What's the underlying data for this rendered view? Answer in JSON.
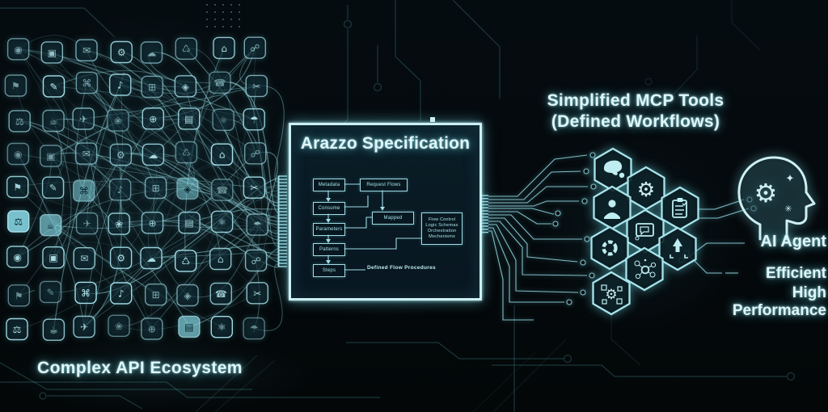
{
  "titles": {
    "left_caption": "Complex API Ecosystem",
    "center_box": "Arazzo Specification",
    "right_heading_line1": "Simplified MCP Tools",
    "right_heading_line2": "(Defined Workflows)",
    "agent_label": "AI Agent",
    "agent_note1": "Efficient",
    "agent_note2": "High Performance"
  },
  "flowchart": {
    "left_steps": [
      "Metadata",
      "Consume",
      "Parameters",
      "Patterns",
      "Steps"
    ],
    "top_right": "Request Flows",
    "middle": "Mapped",
    "right_block_lines": [
      "Flow Control",
      "Logic Schemas",
      "Orchestration",
      "Mechanisms"
    ],
    "bottom_note": "Defined Flow Procedures"
  },
  "hexagons": [
    {
      "icon": "chat-team-icon"
    },
    {
      "icon": "gear-icon"
    },
    {
      "icon": "user-icon"
    },
    {
      "icon": "clipboard-checklist-icon"
    },
    {
      "icon": "monitor-chat-icon"
    },
    {
      "icon": "segmented-ring-icon"
    },
    {
      "icon": "deploy-arrow-icon"
    },
    {
      "icon": "network-nodes-icon"
    },
    {
      "icon": "gear-matrix-icon"
    }
  ],
  "agent": {
    "icon": "ai-head-gear-icon"
  },
  "api_grid": {
    "cols": 8,
    "rows": 9,
    "glyphs": [
      "◉",
      "▣",
      "✉",
      "⚙",
      "☁",
      "♺",
      "⌂",
      "☍",
      "⚑",
      "✎",
      "⌘",
      "♪",
      "⊞",
      "◈",
      "☎",
      "✂",
      "⚖",
      "☕",
      "✈",
      "❀",
      "⊕",
      "▤",
      "⚛",
      "☂"
    ]
  },
  "colors": {
    "background": "#04090c",
    "neon_cyan": "#cdeff3",
    "line_cyan": "#9fdde6",
    "trace_teal": "#2a5a66",
    "text_glow": "#dff6f9"
  }
}
